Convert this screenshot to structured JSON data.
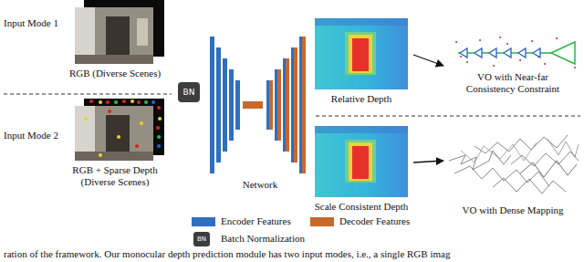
{
  "diagram": {
    "caption": "ration of the framework. Our monocular depth prediction module has two input modes, i.e., a single RGB imag",
    "nodes": [
      {
        "text": [
          "Input Mode 1",
          "RGB (Diverse Scenes)"
        ]
      },
      {
        "text": [
          "Input Mode 2",
          "RGB + Sparse Depth (Diverse Scenes)"
        ]
      },
      {
        "text": [
          "BN"
        ]
      },
      {
        "text": [
          "Network"
        ]
      },
      {
        "text": [
          "Relative Depth"
        ]
      },
      {
        "text": [
          "Scale Consistent Depth"
        ]
      },
      {
        "text": [
          "VO with Near-far Consistency Constraint"
        ]
      },
      {
        "text": [
          "VO with Dense Mapping"
        ]
      }
    ],
    "edges": [
      {
        "from": 4,
        "to": 6,
        "arrow": "to"
      },
      {
        "from": 5,
        "to": 7,
        "arrow": "to"
      }
    ],
    "labels": [
      "BN"
    ],
    "legend": [
      {
        "text": "Encoder Features",
        "color": "#2f6fbf"
      },
      {
        "text": "Decoder Features",
        "color": "#c8682a"
      },
      {
        "text": "Batch Normalization"
      }
    ]
  }
}
